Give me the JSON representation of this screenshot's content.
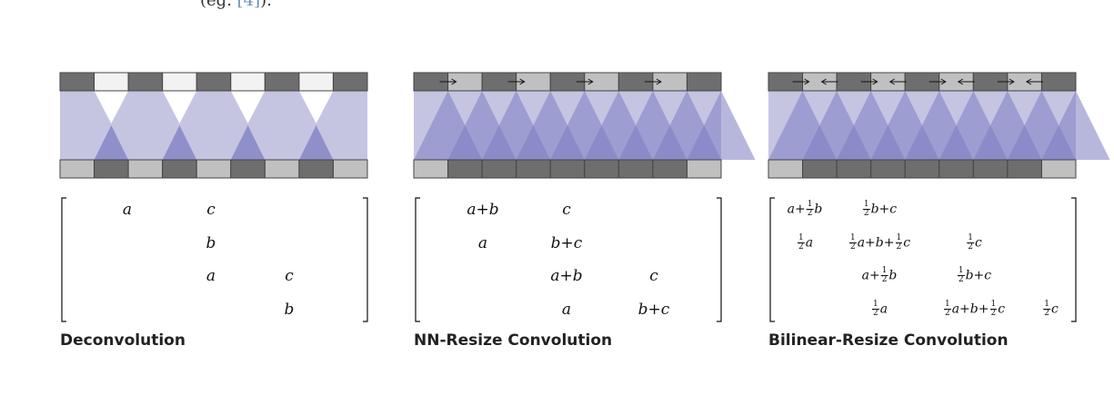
{
  "top_text": {
    "prefix": "(eg.",
    "ref": "[4]",
    "suffix": ")."
  },
  "panels": [
    {
      "caption": "Deconvolution",
      "input_pattern": [
        "d",
        "w",
        "d",
        "w",
        "d",
        "w",
        "d",
        "w",
        "d"
      ],
      "output_pattern": [
        "l",
        "d",
        "l",
        "d",
        "l",
        "d",
        "l",
        "d",
        "l"
      ],
      "arrows": "none",
      "rows": [
        [
          "a",
          "c",
          ""
        ],
        [
          "",
          "b",
          ""
        ],
        [
          "",
          "a",
          "c"
        ],
        [
          "",
          "",
          "b"
        ]
      ]
    },
    {
      "caption": "NN-Resize Convolution",
      "input_pattern": [
        "d",
        "l",
        "d",
        "l",
        "d",
        "l",
        "d",
        "l",
        "d"
      ],
      "output_pattern": [
        "l",
        "d",
        "d",
        "d",
        "d",
        "d",
        "d",
        "d",
        "l"
      ],
      "arrows": "right",
      "rows": [
        [
          "a+b",
          "c",
          ""
        ],
        [
          "a",
          "b+c",
          ""
        ],
        [
          "",
          "a+b",
          "c"
        ],
        [
          "",
          "a",
          "b+c"
        ]
      ]
    },
    {
      "caption": "Bilinear-Resize Convolution",
      "input_pattern": [
        "d",
        "l",
        "d",
        "l",
        "d",
        "l",
        "d",
        "l",
        "d"
      ],
      "output_pattern": [
        "l",
        "d",
        "d",
        "d",
        "d",
        "d",
        "d",
        "d",
        "l"
      ],
      "arrows": "both",
      "rows": [
        [
          "a+½b",
          "½b+c",
          "",
          ""
        ],
        [
          "½a",
          "½a+b+½c",
          "½c",
          ""
        ],
        [
          "",
          "a+½b",
          "½b+c",
          ""
        ],
        [
          "",
          "½a",
          "½a+b+½c",
          "½c"
        ]
      ]
    }
  ],
  "colors": {
    "dark_cell": "#6e6e6e",
    "light_cell": "#c0c0c0",
    "white_cell": "#f2f2f2",
    "band": "#c5c5e2",
    "tri": "#7c7cc2"
  }
}
